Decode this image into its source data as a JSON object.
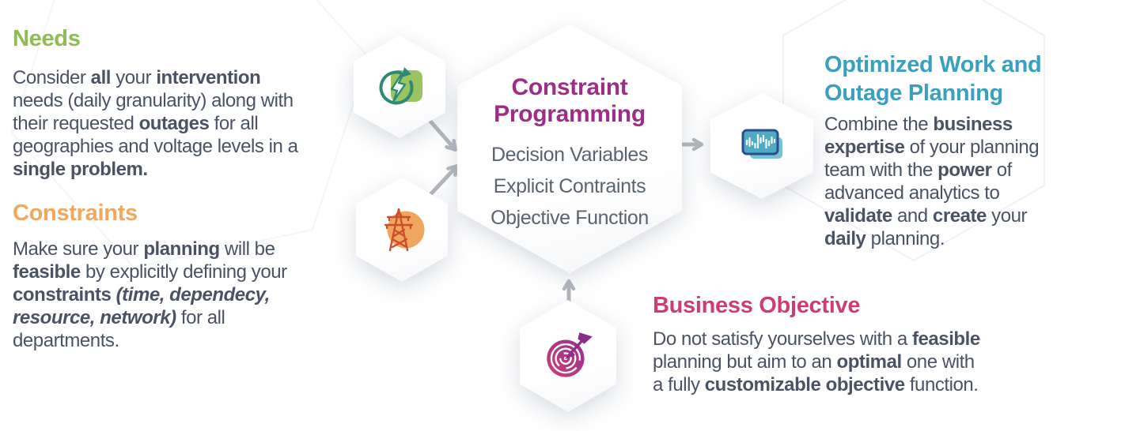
{
  "colors": {
    "needs_green": "#8dbd54",
    "constraints_orange": "#f0a75f",
    "cp_purple": "#9d2d87",
    "optimized_teal": "#3ba0bb",
    "business_pink": "#cd3c73",
    "body_text": "#4a5364",
    "arrow_gray": "#b3b6bc"
  },
  "needs": {
    "heading": "Needs",
    "lines": [
      [
        {
          "t": "Consider "
        },
        {
          "t": "all",
          "b": true
        },
        {
          "t": " your "
        },
        {
          "t": "intervention",
          "b": true
        }
      ],
      [
        {
          "t": "needs (daily granularity) along with"
        }
      ],
      [
        {
          "t": "their requested "
        },
        {
          "t": "outages",
          "b": true
        },
        {
          "t": " for all"
        }
      ],
      [
        {
          "t": "geographies and voltage levels in a"
        }
      ],
      [
        {
          "t": "single problem.",
          "b": true
        }
      ]
    ]
  },
  "constraints": {
    "heading": "Constraints",
    "lines": [
      [
        {
          "t": "Make sure your "
        },
        {
          "t": "planning",
          "b": true
        },
        {
          "t": " will be"
        }
      ],
      [
        {
          "t": "feasible",
          "b": true
        },
        {
          "t": " by explicitly defining your"
        }
      ],
      [
        {
          "t": "constraints",
          "b": true
        },
        {
          "t": " "
        },
        {
          "t": "(time, dependecy,",
          "b": true,
          "i": true
        }
      ],
      [
        {
          "t": "resource, network)",
          "b": true,
          "i": true
        },
        {
          "t": " for all"
        }
      ],
      [
        {
          "t": "departments."
        }
      ]
    ]
  },
  "cp_hexagon": {
    "title_lines": [
      "Constraint",
      "Programming"
    ],
    "items": [
      "Decision Variables",
      "Explicit Contraints",
      "Objective Function"
    ]
  },
  "optimized": {
    "heading_lines": [
      "Optimized Work and",
      "Outage Planning"
    ],
    "lines": [
      [
        {
          "t": "Combine the "
        },
        {
          "t": "business",
          "b": true
        }
      ],
      [
        {
          "t": "expertise",
          "b": true
        },
        {
          "t": " of your planning"
        }
      ],
      [
        {
          "t": "team with the "
        },
        {
          "t": "power",
          "b": true
        },
        {
          "t": " of"
        }
      ],
      [
        {
          "t": "advanced analytics to"
        }
      ],
      [
        {
          "t": "validate",
          "b": true
        },
        {
          "t": " and "
        },
        {
          "t": "create",
          "b": true
        },
        {
          "t": " your"
        }
      ],
      [
        {
          "t": "daily",
          "b": true
        },
        {
          "t": " planning."
        }
      ]
    ]
  },
  "business": {
    "heading": "Business Objective",
    "lines": [
      [
        {
          "t": "Do not satisfy yourselves with a "
        },
        {
          "t": "feasible",
          "b": true
        }
      ],
      [
        {
          "t": "planning but aim to an "
        },
        {
          "t": "optimal",
          "b": true
        },
        {
          "t": " one with"
        }
      ],
      [
        {
          "t": "a fully "
        },
        {
          "t": "customizable objective",
          "b": true
        },
        {
          "t": " function."
        }
      ]
    ]
  },
  "icons": {
    "energy_cycle_icon": {
      "square": "#9cc45e",
      "ring": "#2b8a76",
      "bolt": "#ffffff"
    },
    "transmission_tower_icon": {
      "circle": "#efa75f",
      "tower": "#cd4e2b"
    },
    "analytics_screen_icon": {
      "screen": "#4fabc4",
      "border": "#2c4c90",
      "back": "#79c2d3",
      "marks": "#ffffff"
    },
    "target_dart_icon": {
      "disc_pink": "#cb4077",
      "disc_purple": "#983093",
      "dart": "#8e2c8c"
    }
  }
}
